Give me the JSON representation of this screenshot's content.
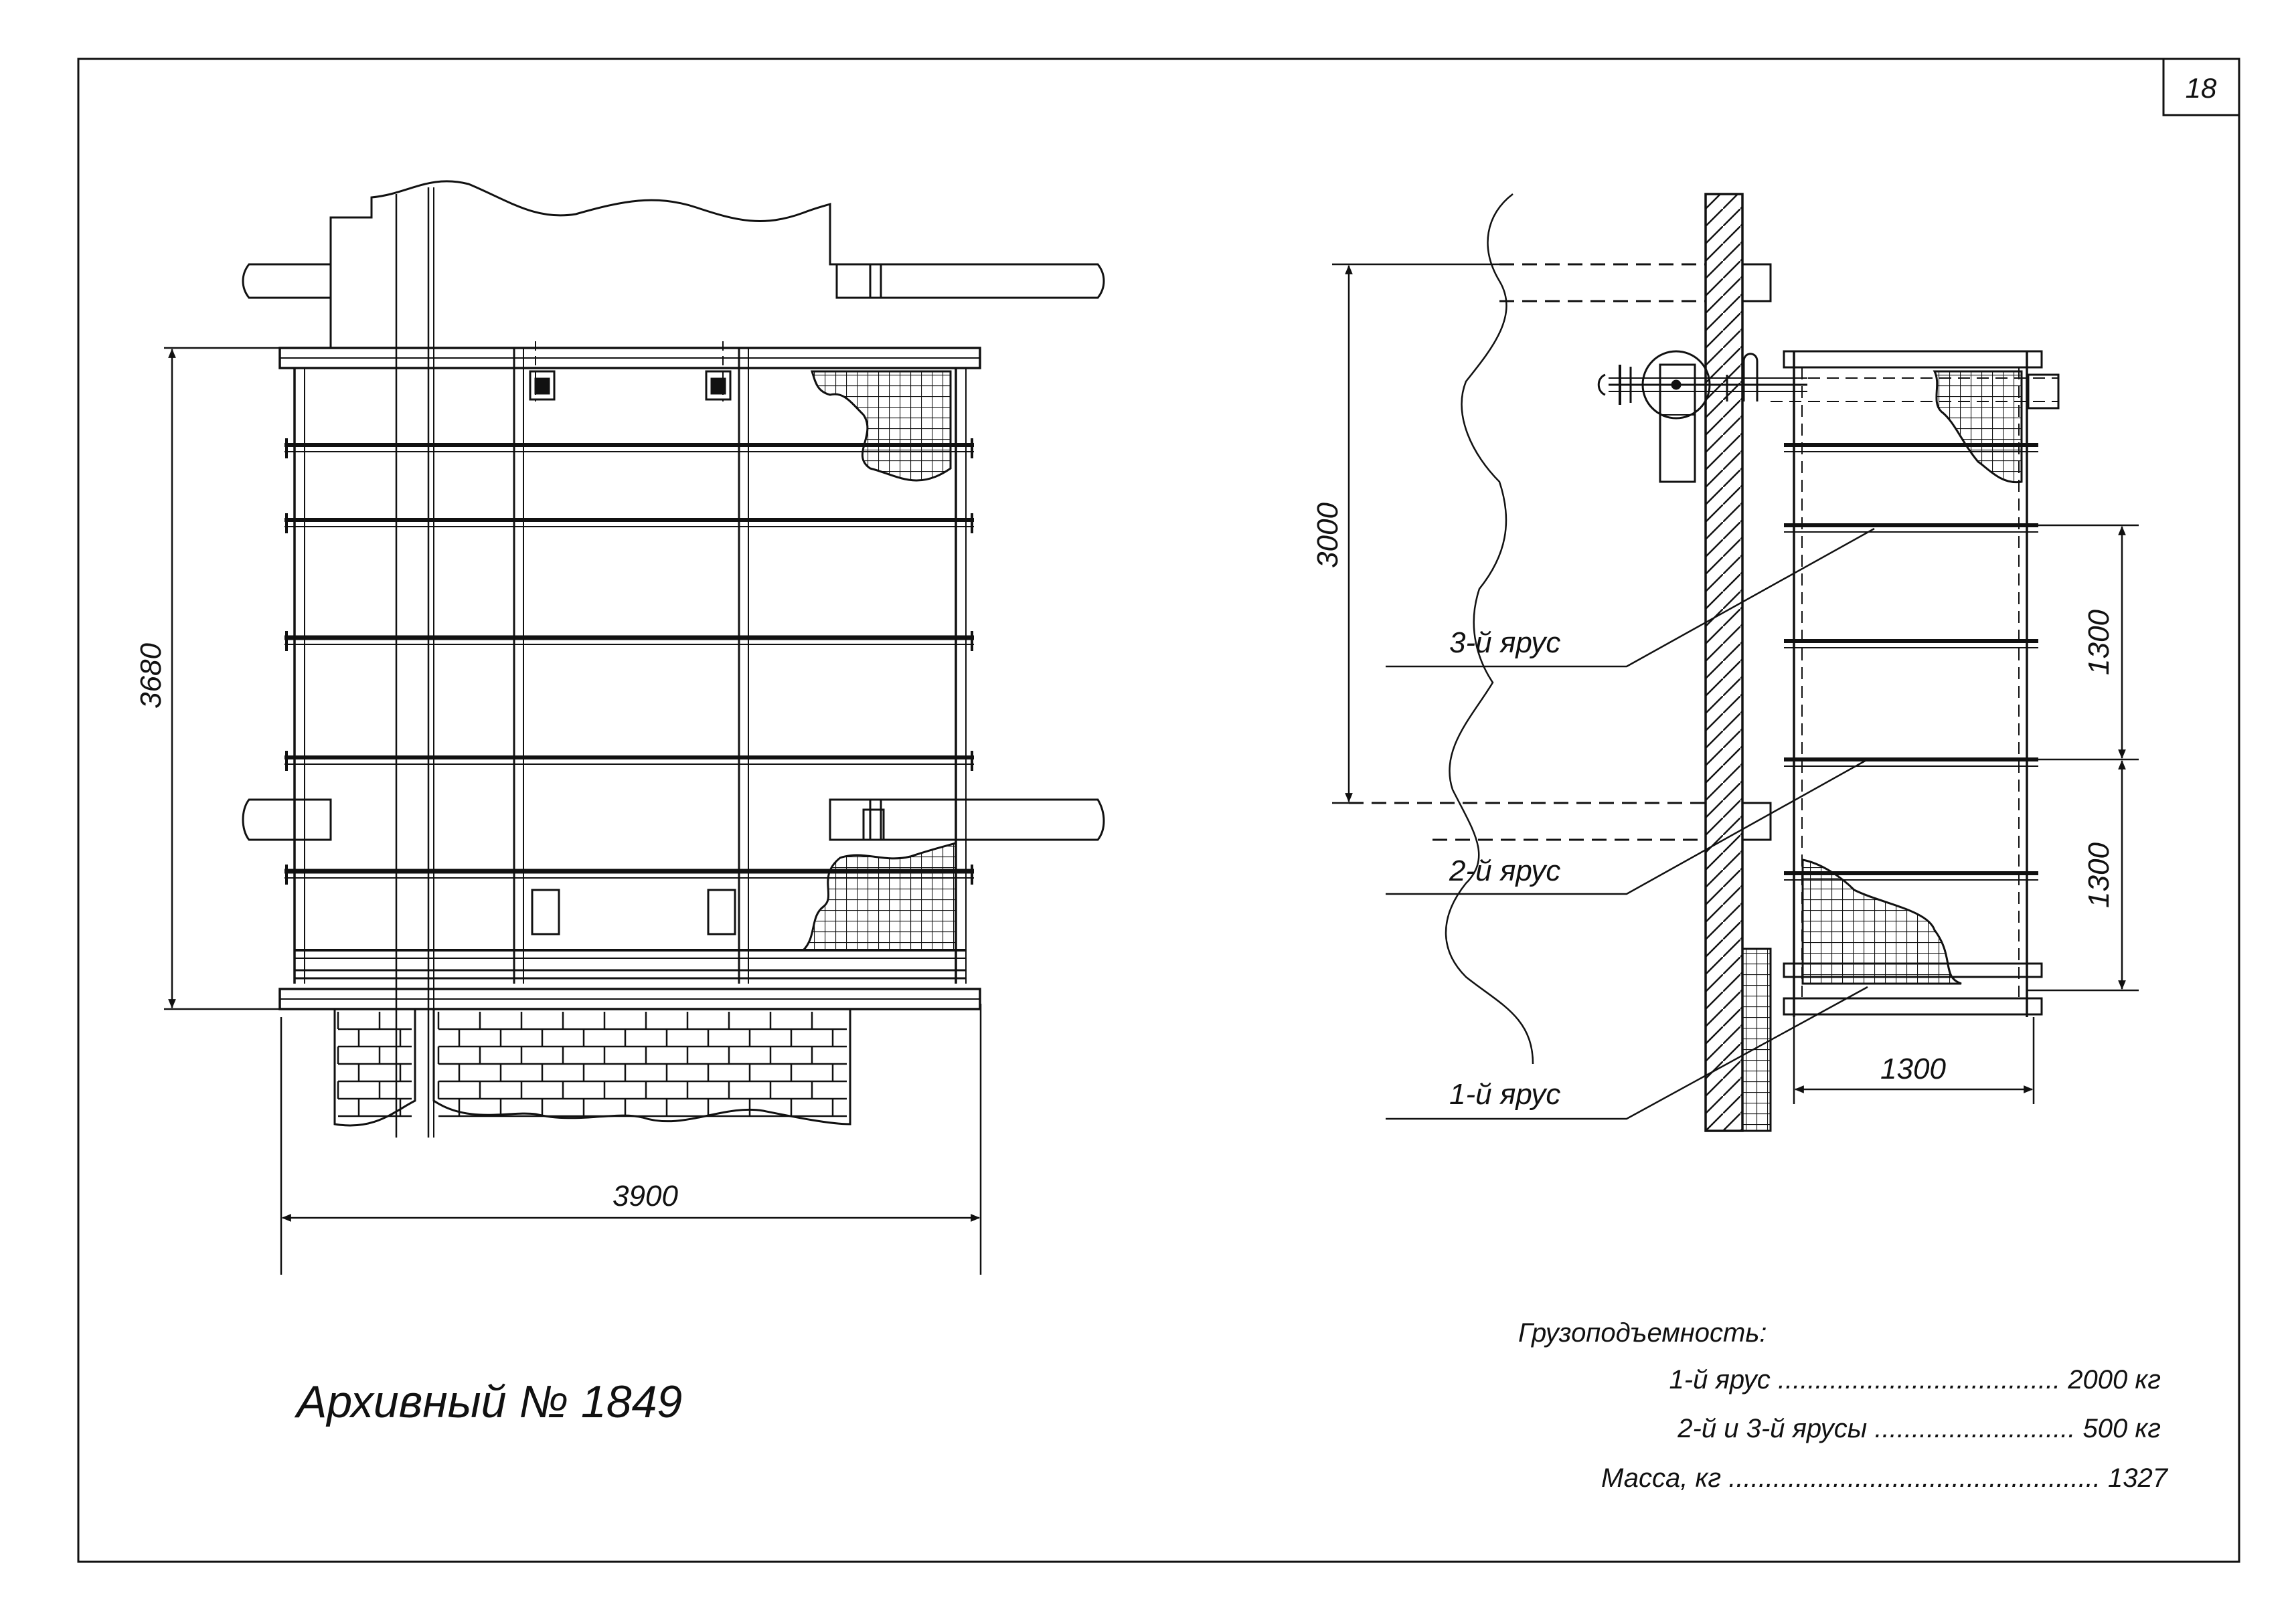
{
  "sheet": {
    "number": "18"
  },
  "front_view": {
    "dim_width": "3900",
    "dim_height": "3680"
  },
  "side_view": {
    "dim_total": "3000",
    "dim_tier_upper": "1300",
    "dim_tier_lower": "1300",
    "dim_depth": "1300",
    "tier_labels": [
      "3-й ярус",
      "2-й ярус",
      "1-й ярус"
    ]
  },
  "archive": {
    "label": "Архивный № 1849"
  },
  "specs": {
    "heading": "Грузоподъемность:",
    "rows": [
      {
        "label": "1-й ярус",
        "dots": " ...................................... ",
        "value": "2000 кг"
      },
      {
        "label": "2-й и 3-й ярусы",
        "dots": " ........................... ",
        "value": "500 кг"
      },
      {
        "label": "Масса, кг",
        "dots": " .................................................. ",
        "value": "1327"
      }
    ]
  },
  "colors": {
    "line": "#111111",
    "paper": "#ffffff"
  }
}
